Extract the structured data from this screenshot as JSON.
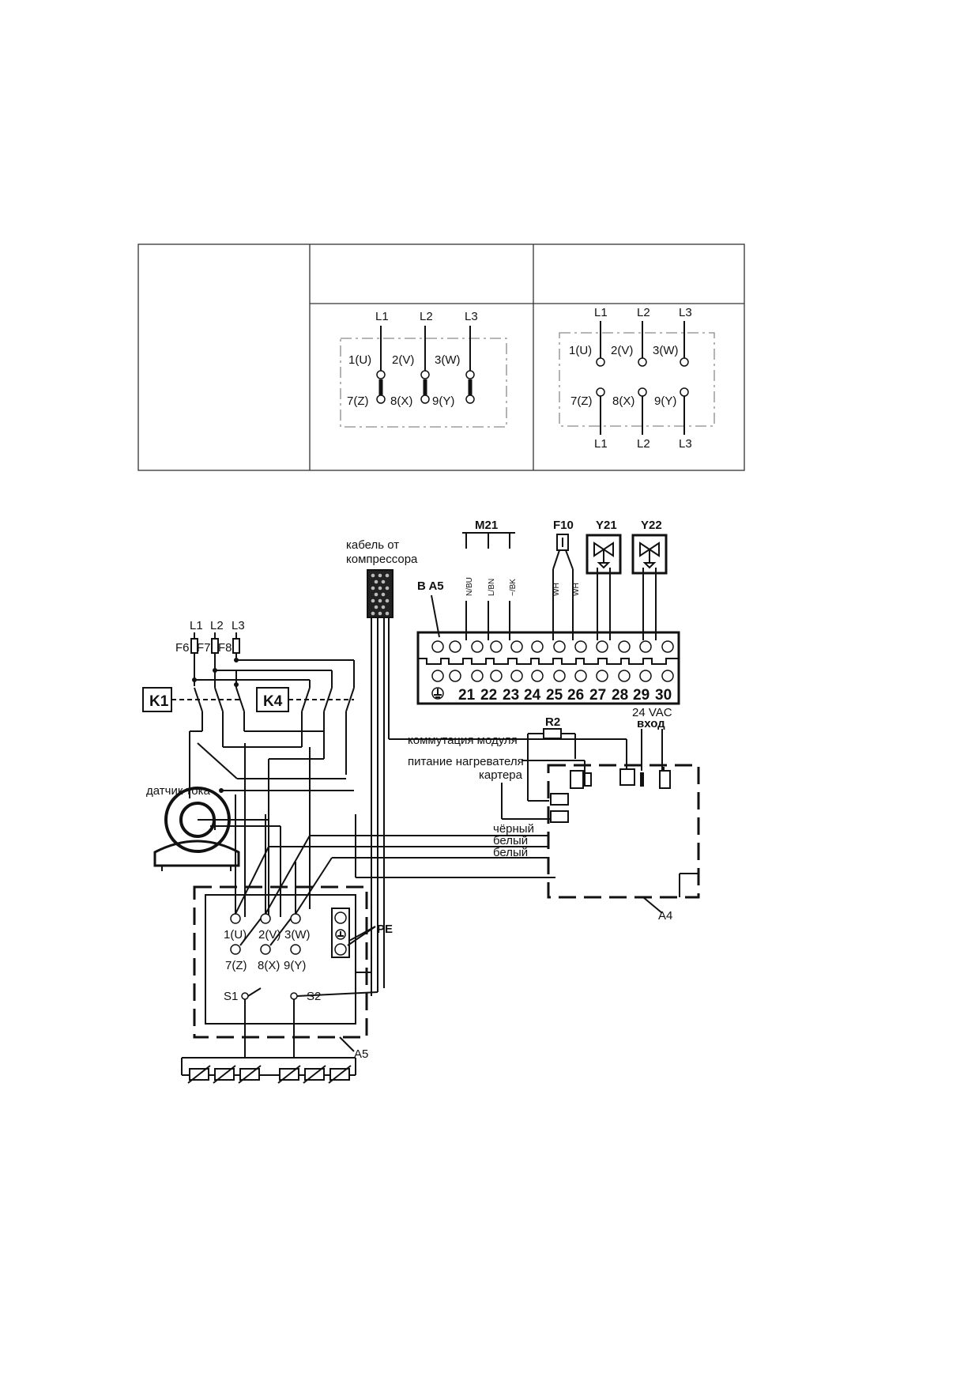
{
  "connection_table": {
    "star": {
      "top_labels": [
        "L1",
        "L2",
        "L3"
      ],
      "upper_terminals": [
        "1(U)",
        "2(V)",
        "3(W)"
      ],
      "lower_terminals": [
        "7(Z)",
        "8(X)",
        "9(Y)"
      ]
    },
    "delta": {
      "top_labels": [
        "L1",
        "L2",
        "L3"
      ],
      "upper_terminals": [
        "1(U)",
        "2(V)",
        "3(W)"
      ],
      "lower_terminals": [
        "7(Z)",
        "8(X)",
        "9(Y)"
      ],
      "bottom_labels": [
        "L1",
        "L2",
        "L3"
      ]
    }
  },
  "wiring": {
    "supply": [
      "L1",
      "L2",
      "L3"
    ],
    "fuses": [
      "F6",
      "F7",
      "F8"
    ],
    "contactors": [
      "K1",
      "K4"
    ],
    "current_sensor": "датчик тока",
    "compressor_cable": "кабель от компрессора",
    "terminal_block_ref": "B A5",
    "components": [
      "M21",
      "F10",
      "Y21",
      "Y22"
    ],
    "m21_wires": [
      "N/BU",
      "L/BN",
      "~/BK"
    ],
    "f10_wires": [
      "WH",
      "WH"
    ],
    "terminal_numbers": [
      "21",
      "22",
      "23",
      "24",
      "25",
      "26",
      "27",
      "28",
      "29",
      "30"
    ],
    "resistor": "R2",
    "vac_input": [
      "24 VAC",
      "вход"
    ],
    "module_switching": "коммутация модуля",
    "heater_power": [
      "питание нагревателя",
      "картера"
    ],
    "wire_colors": [
      "чёрный",
      "белый",
      "белый"
    ],
    "module_a4": "A4",
    "module_a5": "A5",
    "pe_label": "PE",
    "motor_upper": [
      "1(U)",
      "2(V)",
      "3(W)"
    ],
    "motor_lower": [
      "7(Z)",
      "8(X)",
      "9(Y)"
    ],
    "sensors": [
      "S1",
      "S2"
    ]
  }
}
